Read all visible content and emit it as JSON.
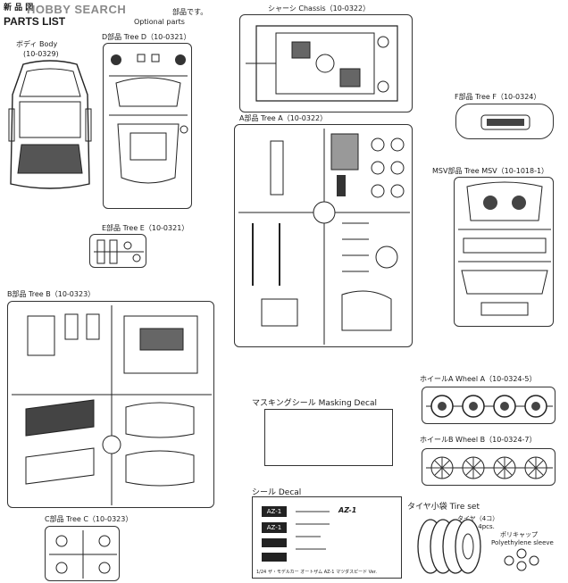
{
  "header": {
    "new_mark": "新 品 図",
    "watermark": "HOBBY SEARCH",
    "parts_list": "PARTS LIST",
    "optional_jp": "部品です。",
    "optional_en": "Optional parts"
  },
  "sections": {
    "body": {
      "jp": "ボディ Body",
      "code": "(10-0329)"
    },
    "tree_d": {
      "label": "D部品 Tree D（10-0321）"
    },
    "chassis": {
      "label": "シャーシ Chassis（10-0322）"
    },
    "tree_f": {
      "label": "F部品 Tree F（10-0324）"
    },
    "tree_a": {
      "label": "A部品 Tree A（10-0322）"
    },
    "msv": {
      "label": "MSV部品 Tree MSV（10-1018-1）"
    },
    "tree_e": {
      "label": "E部品 Tree E（10-0321）"
    },
    "tree_b": {
      "label": "B部品 Tree B（10-0323）"
    },
    "wheel_a": {
      "label": "ホイールA Wheel A（10-0324-5）"
    },
    "masking": {
      "label": "マスキングシール Masking Decal"
    },
    "wheel_b": {
      "label": "ホイールB Wheel B（10-0324-7）"
    },
    "decal": {
      "label": "シール Decal"
    },
    "tree_c": {
      "label": "C部品 Tree C（10-0323）"
    },
    "tire": {
      "label": "タイヤ小袋 Tire set",
      "tire_jp": "タイヤ（4コ）",
      "tire_en": "Tire 4pcs.",
      "cap_jp": "ポリキャップ",
      "cap_en": "Polyethylene sleeve"
    }
  },
  "decal_text": {
    "az1_a": "AZ-1",
    "az1_b": "AZ-1",
    "az1_c": "AZ-1",
    "footer": "1/24 ザ・モデルカー オートザム AZ-1 マツダスピード Ver."
  }
}
